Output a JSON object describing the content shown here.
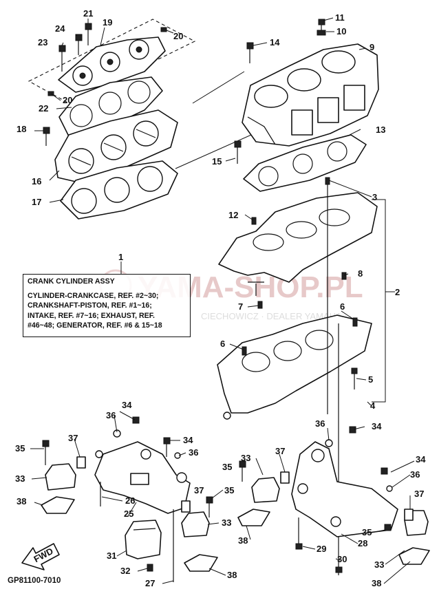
{
  "title_box": {
    "heading": "CRANK CYLINDER ASSY",
    "lines": [
      "CYLINDER-CRANKCASE, REF. #2~30;",
      "CRANKSHAFT-PISTON, REF. #1~16;",
      "INTAKE, REF. #7~16; EXHAUST, REF.",
      "#46~48; GENERATOR, REF. #6 & 15~18"
    ]
  },
  "watermark": {
    "brand": "YAMA-SHOP.PL",
    "dealer": "CIECHOWICZ · DEALER YAMAHA"
  },
  "doc_code": "GP81100-7010",
  "fwd_label": "FWD",
  "callouts": {
    "c21": "21",
    "c19": "19",
    "c24": "24",
    "c23": "23",
    "c20a": "20",
    "c20b": "20",
    "c22": "22",
    "c18": "18",
    "c16": "16",
    "c17": "17",
    "c11": "11",
    "c10": "10",
    "c14": "14",
    "c9": "9",
    "c13": "13",
    "c15": "15",
    "c3a": "3",
    "c12": "12",
    "c1": "1",
    "c8": "8",
    "c2": "2",
    "c7": "7",
    "c6a": "6",
    "c6b": "6",
    "c5": "5",
    "c4": "4",
    "c34a": "34",
    "c36a": "36",
    "c36b": "36",
    "c34b": "34",
    "c35a": "35",
    "c37a": "37",
    "c34c": "34",
    "c36c": "36",
    "c33a": "33",
    "c26": "26",
    "c35b": "35",
    "c37b": "37",
    "c38a": "38",
    "c25": "25",
    "c33b": "33",
    "c35c": "35",
    "c33c": "33",
    "c37c": "37",
    "c34d": "34",
    "c36d": "36",
    "c37d": "37",
    "c38b": "38",
    "c29": "29",
    "c28": "28",
    "c35d": "35",
    "c31": "31",
    "c30": "30",
    "c33d": "33",
    "c32": "32",
    "c38c": "38",
    "c27": "27",
    "c38d": "38"
  }
}
